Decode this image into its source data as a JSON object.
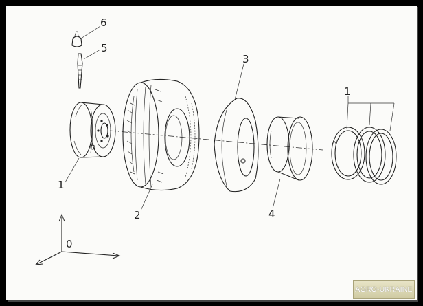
{
  "labels": {
    "valve_cap": "6",
    "valve_stem": "5",
    "inner_tube": "3",
    "rings": "1",
    "rim": "1",
    "tire": "2",
    "flap": "4",
    "origin": "0"
  },
  "watermark": "AGRO-UKRAINE"
}
